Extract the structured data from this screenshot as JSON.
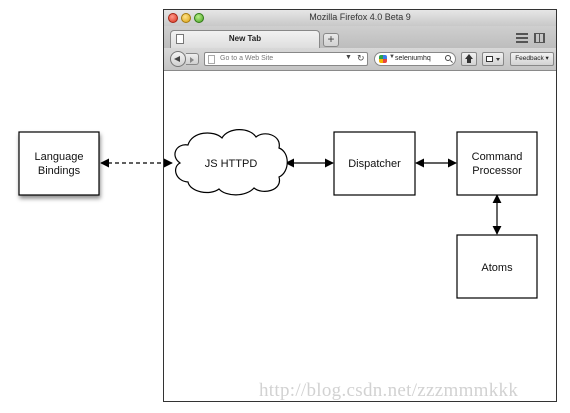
{
  "browser": {
    "window_title": "Mozilla Firefox 4.0 Beta 9",
    "tab_label": "New Tab",
    "new_tab_label": "+",
    "url_placeholder": "Go to a Web Site",
    "search_value": "seleniumhq",
    "feedback_label": "Feedback ▾"
  },
  "diagram": {
    "nodes": {
      "language_bindings": [
        "Language",
        "Bindings"
      ],
      "js_httpd": "JS HTTPD",
      "dispatcher": "Dispatcher",
      "command_processor": [
        "Command",
        "Processor"
      ],
      "atoms": "Atoms"
    },
    "edges": [
      {
        "from": "language_bindings",
        "to": "js_httpd",
        "style": "dashed",
        "direction": "both"
      },
      {
        "from": "js_httpd",
        "to": "dispatcher",
        "style": "solid",
        "direction": "both"
      },
      {
        "from": "dispatcher",
        "to": "command_processor",
        "style": "solid",
        "direction": "both"
      },
      {
        "from": "command_processor",
        "to": "atoms",
        "style": "solid",
        "direction": "both"
      }
    ]
  },
  "watermark": "http://blog.csdn.net/zzzmmmkkk"
}
